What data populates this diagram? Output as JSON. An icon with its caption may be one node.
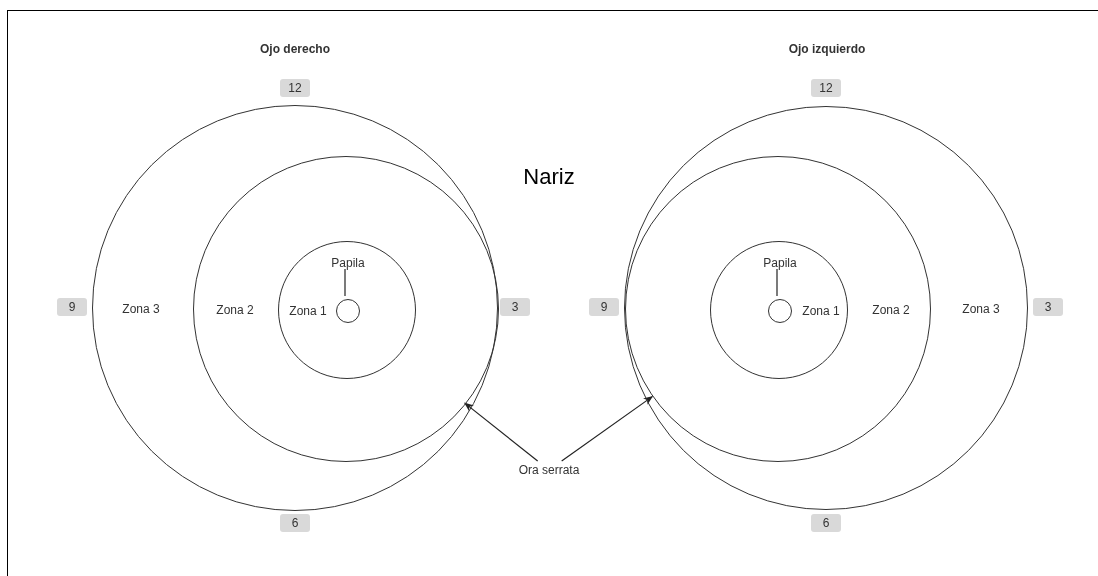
{
  "diagram": {
    "nodes": [
      {
        "text": [
          "12"
        ]
      },
      {
        "text": [
          "12"
        ]
      },
      {
        "text": [
          "Zona 3"
        ]
      },
      {
        "text": [
          "Zona 2"
        ],
        "in": 2
      },
      {
        "text": [
          "Zona 1"
        ],
        "in": 3
      },
      {
        "text": [
          "Papila"
        ],
        "in": 4
      },
      {
        "text": [],
        "shape": "circle",
        "in": 4
      },
      {
        "text": [
          "Zona 3"
        ]
      },
      {
        "text": [
          "Zona 2"
        ],
        "in": 7
      },
      {
        "text": [
          "Zona 1"
        ],
        "in": 8
      },
      {
        "text": [
          "Papila"
        ],
        "in": 9
      },
      {
        "text": [],
        "shape": "circle",
        "in": 9
      },
      {
        "text": [
          "9"
        ]
      },
      {
        "text": [
          "3"
        ]
      },
      {
        "text": [
          "9"
        ]
      },
      {
        "text": [
          "3"
        ]
      },
      {
        "text": [
          "Ora serrata"
        ]
      },
      {
        "text": [
          "6"
        ]
      },
      {
        "text": [
          "6"
        ]
      }
    ],
    "edges": [
      {
        "from": 5,
        "to": 6,
        "arrow": "none"
      },
      {
        "from": 10,
        "to": 11,
        "arrow": "none"
      },
      {
        "from": 16,
        "to": 3,
        "arrow": "to"
      },
      {
        "from": 16,
        "to": 8,
        "arrow": "to"
      }
    ],
    "labels": [
      "Ojo derecho",
      "Ojo izquierdo",
      "Nariz"
    ]
  }
}
